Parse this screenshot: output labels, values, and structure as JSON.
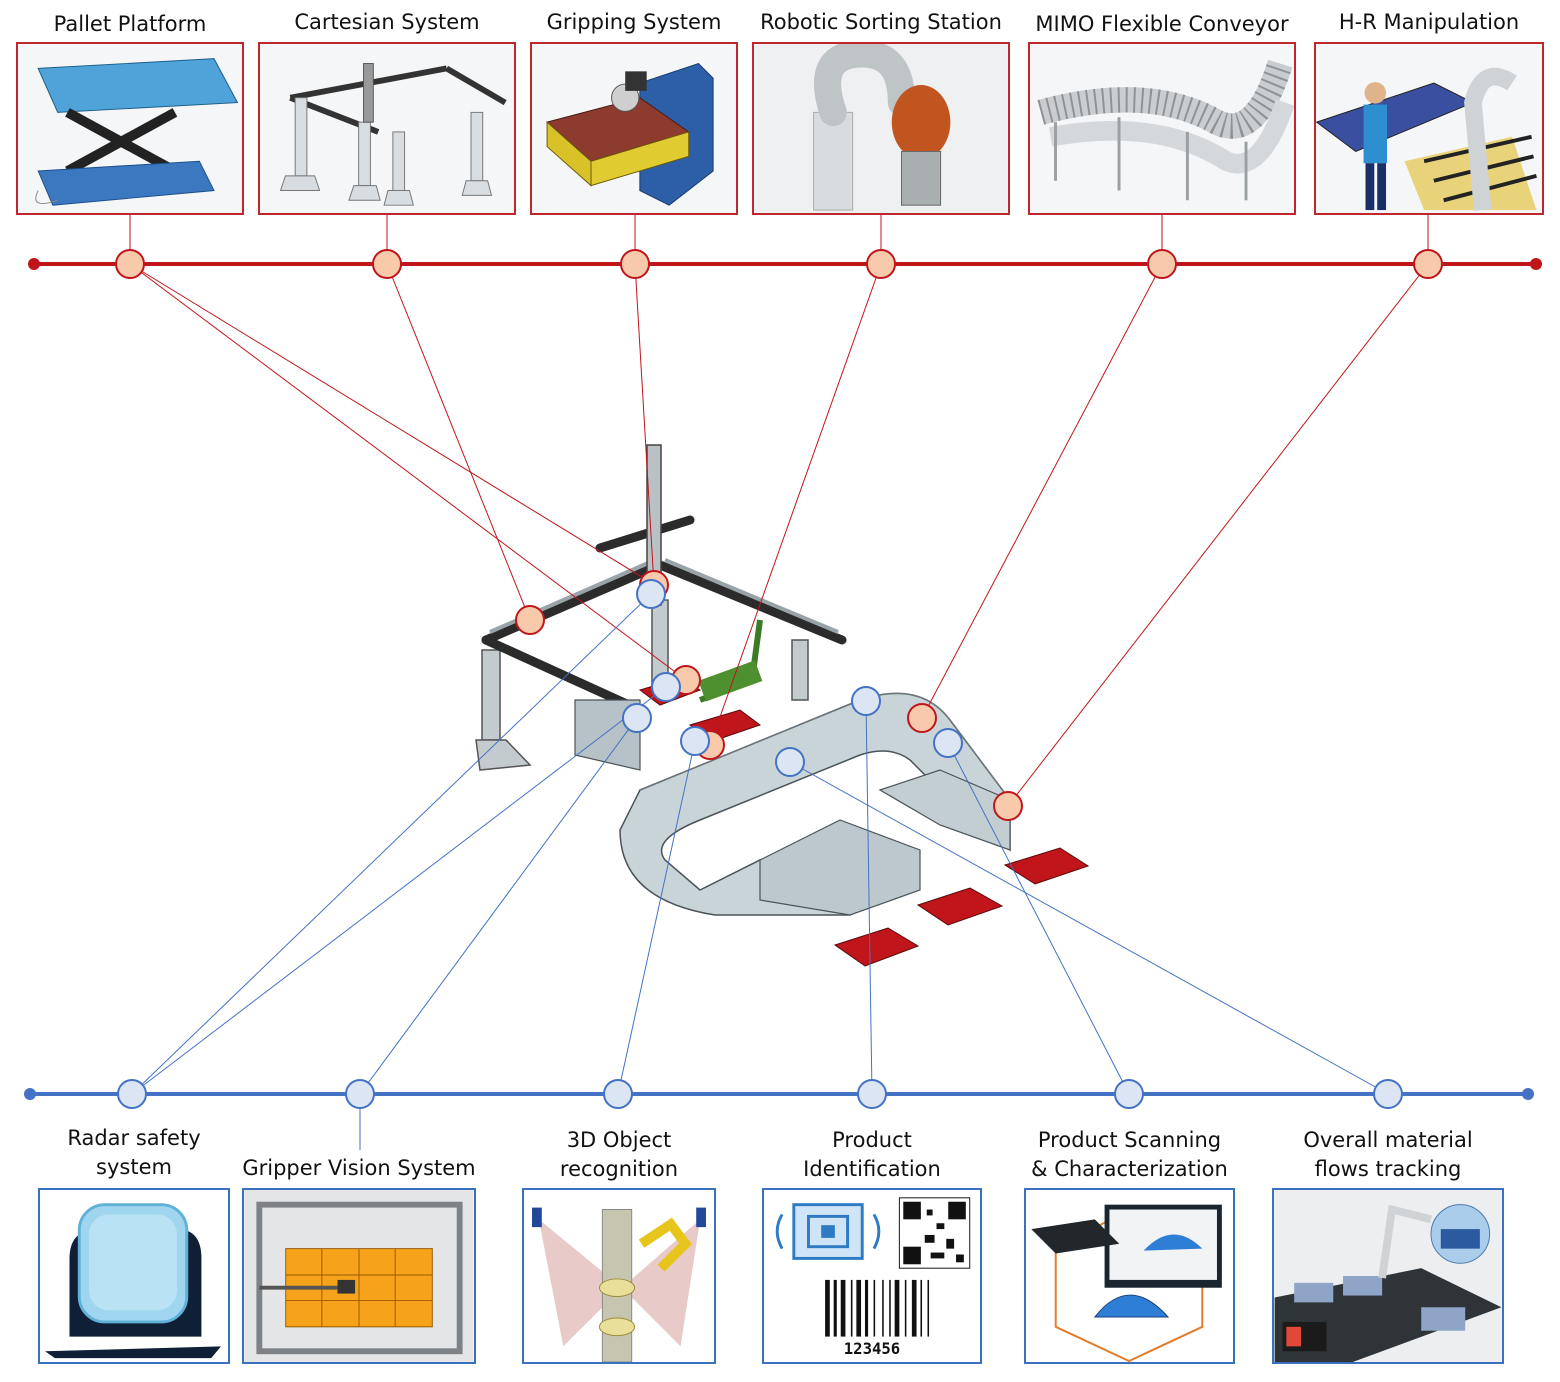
{
  "colors": {
    "top_axis": "#c0161b",
    "top_node_fill": "#f9c9ab",
    "top_node_stroke": "#c0161b",
    "bottom_axis": "#4472c4",
    "bottom_node_fill": "#dbe5f4",
    "bottom_node_stroke": "#4472c4",
    "conveyor": "#c9d4d9",
    "pallet": "#c0151b"
  },
  "top_modules": [
    {
      "label": "Pallet Platform",
      "icon": "scissor-lift-icon"
    },
    {
      "label": "Cartesian System",
      "icon": "gantry-frame-icon"
    },
    {
      "label": "Gripping System",
      "icon": "gripper-icon"
    },
    {
      "label": "Robotic Sorting Station",
      "icon": "robot-arm-icon"
    },
    {
      "label": "MIMO Flexible Conveyor",
      "icon": "roller-conveyor-icon"
    },
    {
      "label": "H-R Manipulation",
      "icon": "human-robot-icon"
    }
  ],
  "bottom_modules": [
    {
      "label_line1": "Radar safety",
      "label_line2": "system",
      "icon": "radar-sensor-icon"
    },
    {
      "label_line1": "Gripper Vision System",
      "label_line2": "",
      "icon": "vision-grid-icon"
    },
    {
      "label_line1": "3D Object",
      "label_line2": "recognition",
      "icon": "3d-scan-icon"
    },
    {
      "label_line1": "Product",
      "label_line2": "Identification",
      "icon": "rfid-qr-barcode-icon"
    },
    {
      "label_line1": "Product Scanning",
      "label_line2": "& Characterization",
      "icon": "helmet-scanner-icon"
    },
    {
      "label_line1": "Overall material",
      "label_line2": "flows tracking",
      "icon": "tracking-cell-icon"
    }
  ],
  "barcode_digits": "123456"
}
